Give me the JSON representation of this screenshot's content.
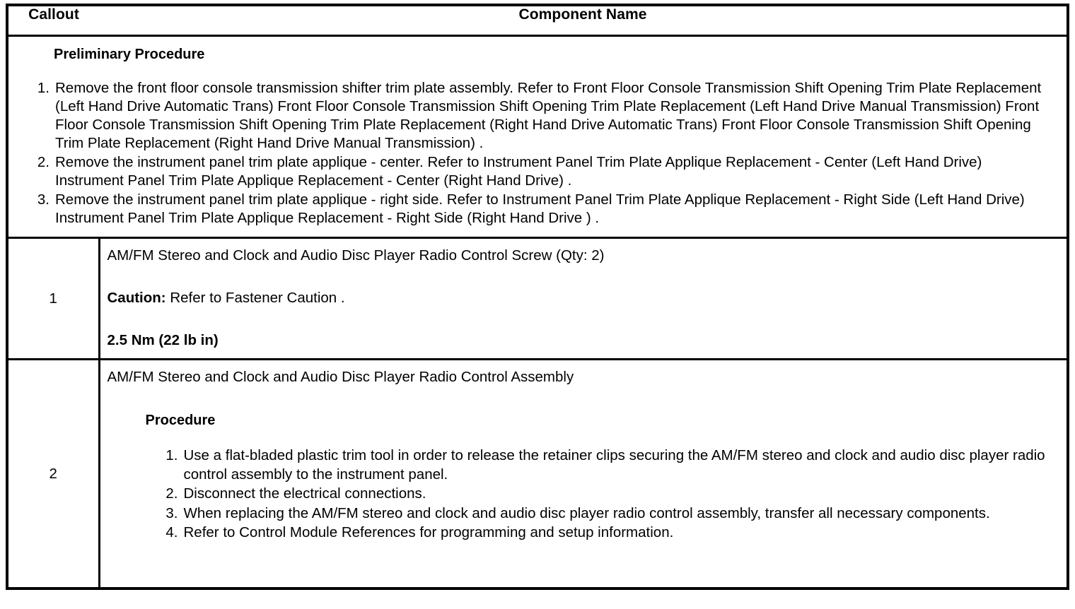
{
  "table": {
    "headers": {
      "callout": "Callout",
      "component_name": "Component Name"
    },
    "preliminary": {
      "title": "Preliminary Procedure",
      "steps": [
        "Remove the front floor console transmission shifter trim plate assembly. Refer to Front Floor Console Transmission Shift Opening Trim Plate Replacement (Left Hand Drive Automatic Trans) Front Floor Console Transmission Shift Opening Trim Plate Replacement (Left Hand Drive Manual Transmission) Front Floor Console Transmission Shift Opening Trim Plate Replacement (Right Hand Drive Automatic Trans) Front Floor Console Transmission Shift Opening Trim Plate Replacement (Right Hand Drive Manual Transmission) .",
        "Remove the instrument panel trim plate applique - center. Refer to Instrument Panel Trim Plate Applique Replacement - Center (Left Hand Drive) Instrument Panel Trim Plate Applique Replacement - Center (Right Hand Drive) .",
        "Remove the instrument panel trim plate applique - right side. Refer to Instrument Panel Trim Plate Applique Replacement - Right Side (Left Hand Drive) Instrument Panel Trim Plate Applique Replacement - Right Side (Right Hand Drive ) ."
      ]
    },
    "rows": [
      {
        "callout": "1",
        "component_name": "AM/FM Stereo and Clock and Audio Disc Player Radio Control Screw (Qty: 2)",
        "caution_label": "Caution:",
        "caution_text": " Refer to Fastener Caution .",
        "torque": "2.5 Nm (22 lb in)"
      },
      {
        "callout": "2",
        "component_name": "AM/FM Stereo and Clock and Audio Disc Player Radio Control Assembly",
        "procedure_title": "Procedure",
        "procedure_steps": [
          "Use a flat-bladed plastic trim tool in order to release the retainer clips securing the AM/FM stereo and clock and audio disc player radio control assembly to the instrument panel.",
          "Disconnect the electrical connections.",
          "When replacing the AM/FM stereo and clock and audio disc player radio control assembly, transfer all necessary components.",
          "Refer to Control Module References for programming and setup information."
        ]
      }
    ]
  }
}
